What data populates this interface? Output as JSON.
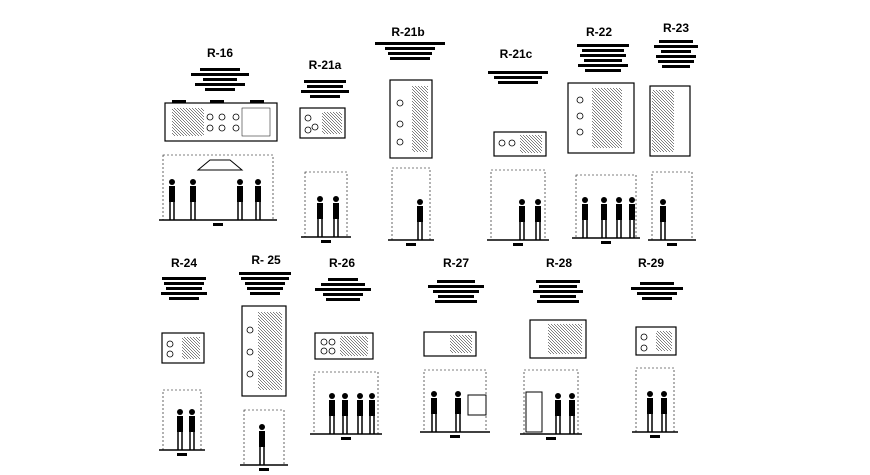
{
  "sheet": {
    "background": "#ffffff",
    "ink": "#000000",
    "panels": [
      {
        "id": "p16",
        "label": "R-16"
      },
      {
        "id": "p21a",
        "label": "R-21a"
      },
      {
        "id": "p21b",
        "label": "R-21b"
      },
      {
        "id": "p21c",
        "label": "R-21c"
      },
      {
        "id": "p22",
        "label": "R-22"
      },
      {
        "id": "p23",
        "label": "R-23"
      },
      {
        "id": "p24",
        "label": "R-24"
      },
      {
        "id": "p25",
        "label": "R- 25"
      },
      {
        "id": "p26",
        "label": "R-26"
      },
      {
        "id": "p27",
        "label": "R-27"
      },
      {
        "id": "p28",
        "label": "R-28"
      },
      {
        "id": "p29",
        "label": "R-29"
      }
    ]
  }
}
